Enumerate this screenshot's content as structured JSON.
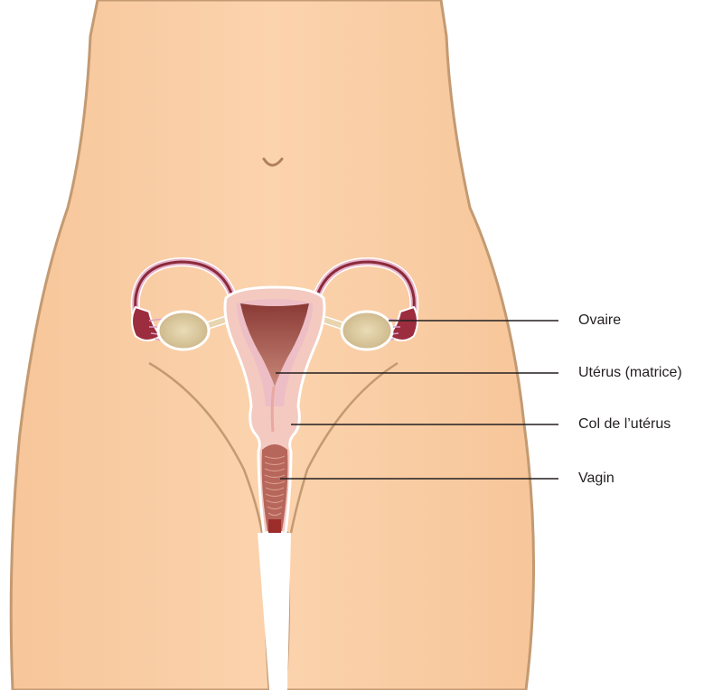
{
  "labels": {
    "ovary": "Ovaire",
    "uterus": "Utérus (matrice)",
    "cervix": "Col de l’utérus",
    "vagina": "Vagin"
  },
  "colors": {
    "background": "#ffffff",
    "skin": "#f9cba0",
    "skin_outline": "#c39a72",
    "uterus_wall": "#f2c6c0",
    "uterus_outline": "#e6b0c0",
    "uterus_cavity": "#9c4a40",
    "ovary": "#d9c49a",
    "fallopian_tube": "#8a2a3a",
    "leader_line": "#231f20",
    "label_text": "#231f20"
  }
}
